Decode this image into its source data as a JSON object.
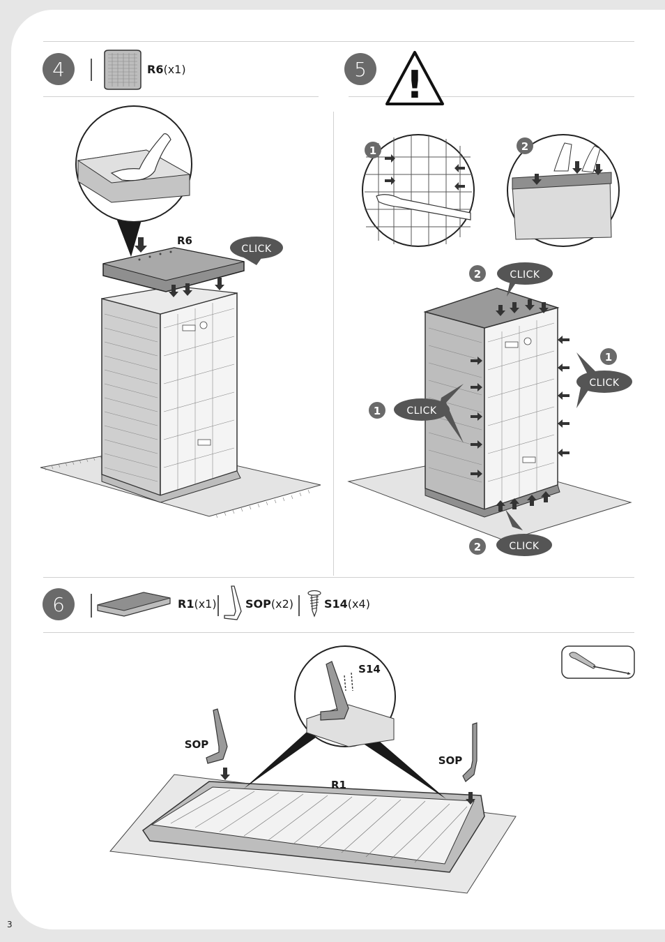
{
  "page_number": "3",
  "steps": [
    {
      "number": "4",
      "parts": [
        {
          "code": "R6",
          "qty": "(x1)"
        }
      ],
      "labels": {
        "panel": "R6",
        "click": "CLICK"
      }
    },
    {
      "number": "5",
      "warning_symbol": "!",
      "sub_steps": [
        "1",
        "2"
      ],
      "click_labels": [
        "CLICK",
        "CLICK",
        "CLICK",
        "CLICK"
      ]
    },
    {
      "number": "6",
      "parts": [
        {
          "code": "R1",
          "qty": "(x1)"
        },
        {
          "code": "SOP",
          "qty": "(x2)"
        },
        {
          "code": "S14",
          "qty": "(x4)"
        }
      ],
      "labels": {
        "screw": "S14",
        "left_support": "SOP",
        "right_support": "SOP",
        "base": "R1"
      },
      "tool_icon": "screwdriver-icon"
    }
  ],
  "colors": {
    "badge": "#6a6a6a",
    "callout": "#555555",
    "arrow": "#333333"
  }
}
